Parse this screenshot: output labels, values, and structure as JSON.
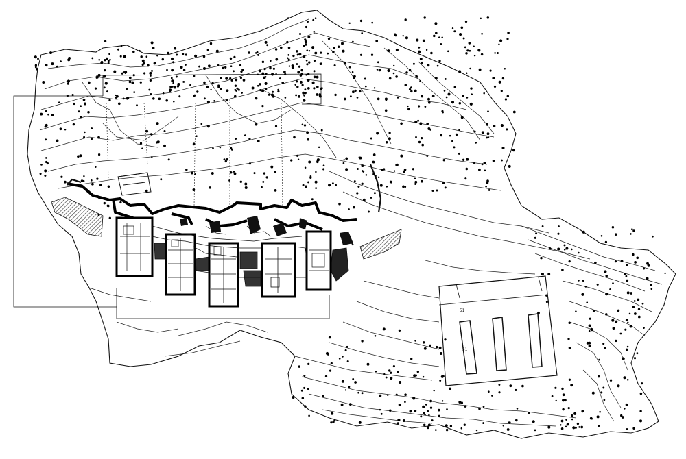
{
  "drawing": {
    "kind": "site plan",
    "style": "black line drawing on white",
    "ink_color": "#111111",
    "paper_color": "#ffffff",
    "hatch_color": "#555555"
  },
  "text_marks": {
    "cistern_label_a": "51",
    "cistern_label_b": "51"
  }
}
